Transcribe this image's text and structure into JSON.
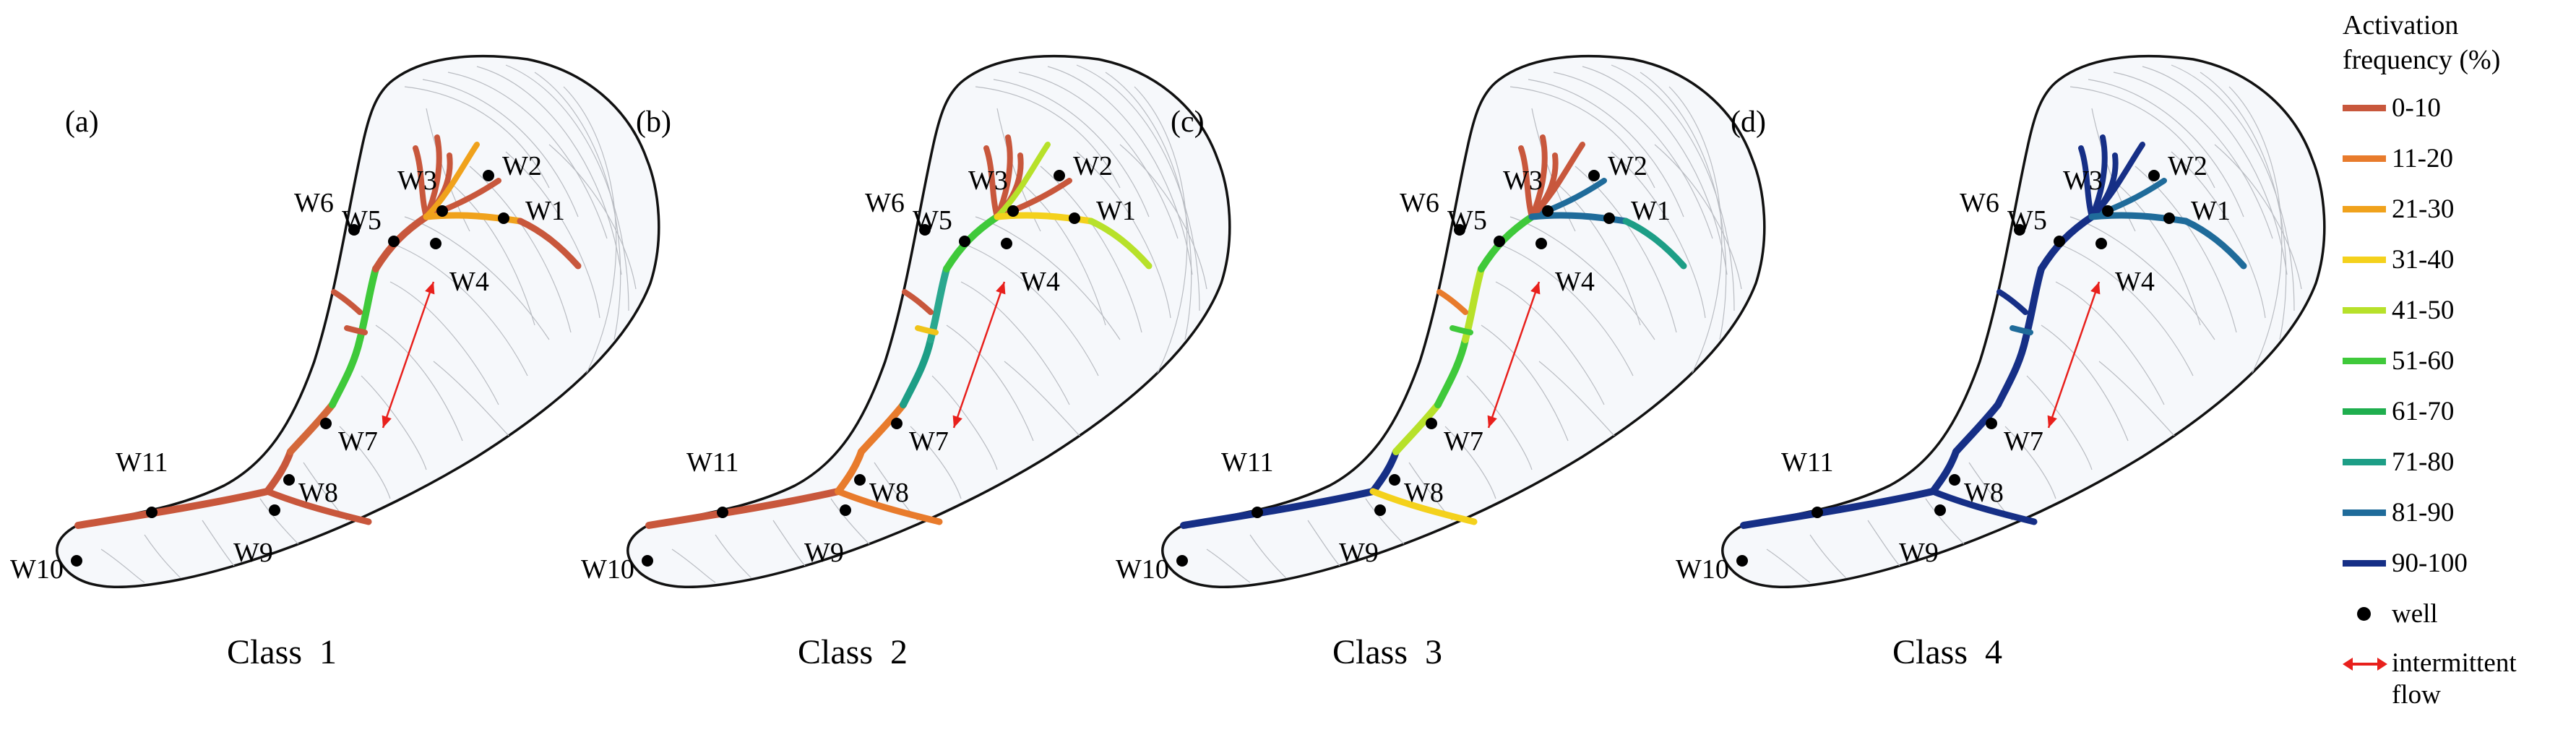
{
  "panels": [
    {
      "label": "(a)",
      "caption": "Class  1",
      "colors": {
        "trunk_low": "#c8573c",
        "trunk_mid": "#d4683a",
        "w7_seg": "#3fc93a",
        "upper_seg": "#3fc93a",
        "side1": "#c8573c",
        "side2": "#c8573c",
        "ne_main": "#c8573c",
        "b1": "#c8573c",
        "b2": "#c8573c",
        "b3": "#c8573c",
        "b4": "#c8573c",
        "e_branch": "#f0a21c",
        "w1_branch": "#f0a21c",
        "w1_tail": "#c8573c",
        "w9_branch": "#c8573c",
        "w10_branch": "#c8573c"
      }
    },
    {
      "label": "(b)",
      "caption": "Class  2",
      "colors": {
        "trunk_low": "#e87b2c",
        "trunk_mid": "#e87b2c",
        "w7_seg": "#1d9e86",
        "upper_seg": "#2aa88f",
        "side1": "#c8573c",
        "side2": "#f0c419",
        "ne_main": "#3fc93a",
        "b1": "#c8573c",
        "b2": "#c8573c",
        "b3": "#c8573c",
        "b4": "#c8573c",
        "e_branch": "#b7e12a",
        "w1_branch": "#f4d11c",
        "w1_tail": "#b7e12a",
        "w9_branch": "#e87b2c",
        "w10_branch": "#c8573c"
      }
    },
    {
      "label": "(c)",
      "caption": "Class  3",
      "colors": {
        "trunk_low": "#162f86",
        "trunk_mid": "#b7e12a",
        "w7_seg": "#3fc93a",
        "upper_seg": "#b7e12a",
        "side1": "#e87b2c",
        "side2": "#3fc93a",
        "ne_main": "#3fc93a",
        "b1": "#c8573c",
        "b2": "#c8573c",
        "b3": "#c8573c",
        "b4": "#1f6b9a",
        "e_branch": "#c8573c",
        "w1_branch": "#1f6b9a",
        "w1_tail": "#1d9e86",
        "w9_branch": "#f4d11c",
        "w10_branch": "#162f86"
      }
    },
    {
      "label": "(d)",
      "caption": "Class  4",
      "colors": {
        "trunk_low": "#162f86",
        "trunk_mid": "#162f86",
        "w7_seg": "#162f86",
        "upper_seg": "#162f86",
        "side1": "#162f86",
        "side2": "#1f6b9a",
        "ne_main": "#162f86",
        "b1": "#162f86",
        "b2": "#162f86",
        "b3": "#162f86",
        "b4": "#1f6b9a",
        "e_branch": "#162f86",
        "w1_branch": "#1f6b9a",
        "w1_tail": "#1f6b9a",
        "w9_branch": "#162f86",
        "w10_branch": "#162f86"
      }
    }
  ],
  "wells": [
    "W1",
    "W2",
    "W3",
    "W4",
    "W5",
    "W6",
    "W7",
    "W8",
    "W9",
    "W10",
    "W11"
  ],
  "legend": {
    "title_line1": "Activation",
    "title_line2": "frequency (%)",
    "items": [
      {
        "label": "0-10",
        "color": "#c8573c"
      },
      {
        "label": "11-20",
        "color": "#e87b2c"
      },
      {
        "label": "21-30",
        "color": "#f0a21c"
      },
      {
        "label": "31-40",
        "color": "#f4d11c"
      },
      {
        "label": "41-50",
        "color": "#b7e12a"
      },
      {
        "label": "51-60",
        "color": "#3fc93a"
      },
      {
        "label": "61-70",
        "color": "#1fae4e"
      },
      {
        "label": "71-80",
        "color": "#1d9e86"
      },
      {
        "label": "81-90",
        "color": "#1f6b9a"
      },
      {
        "label": "90-100",
        "color": "#162f86"
      }
    ],
    "well_label": "well",
    "flow_label_line1": "intermittent",
    "flow_label_line2": "flow",
    "arrow_color": "#e8201c",
    "well_color": "#000000"
  }
}
